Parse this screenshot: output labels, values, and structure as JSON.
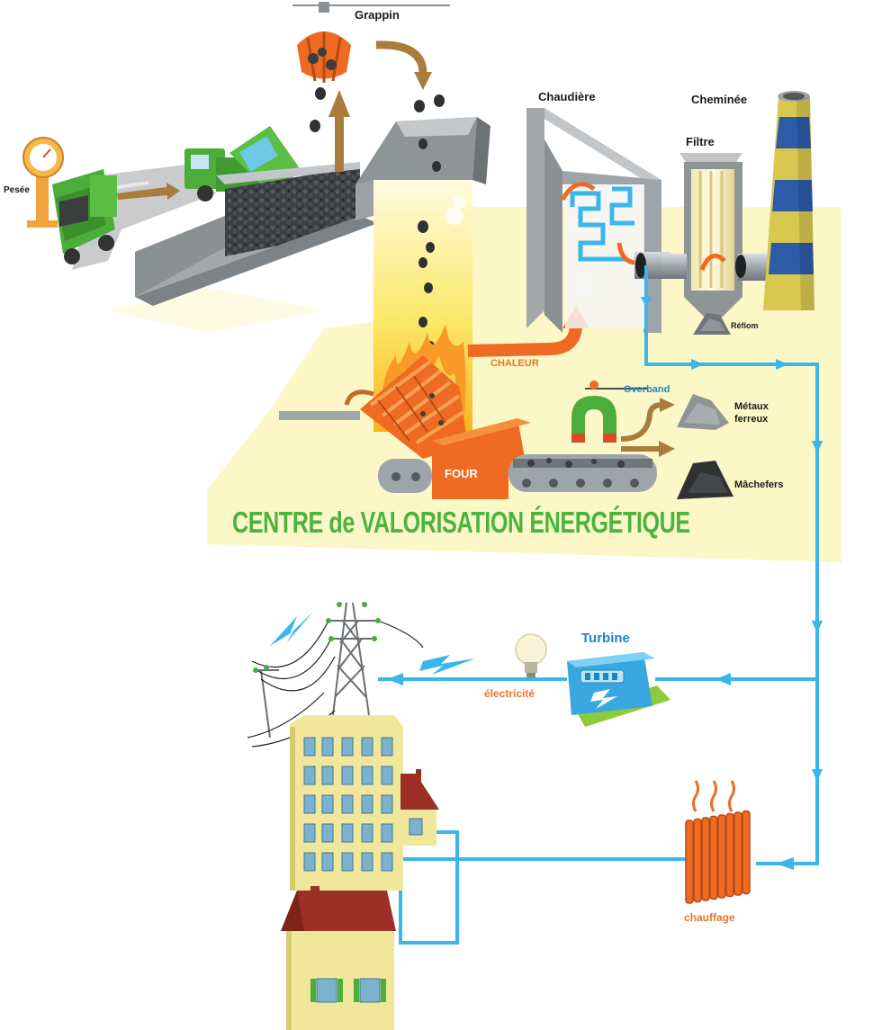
{
  "title": "CENTRE de VALORISATION ÉNERGÉTIQUE",
  "labels": {
    "pesee": "Pesée",
    "grappin": "Grappin",
    "chaudiere": "Chaudière",
    "cheminee": "Cheminée",
    "filtre": "Filtre",
    "refiom": "Réfiom",
    "chaleur": "CHALEUR",
    "overband": "Overband",
    "metaux_line1": "Métaux",
    "metaux_line2": "ferreux",
    "machefers": "Mâchefers",
    "four": "FOUR",
    "turbine": "Turbine",
    "electricite": "électricité",
    "chauffage": "chauffage"
  },
  "colors": {
    "pipe_blue": "#3bb6ea",
    "title_green": "#4bb33f",
    "arrow_brown": "#a87c3a",
    "heat_orange": "#ef6a22",
    "zone_yellow": "#fbf7c6"
  }
}
